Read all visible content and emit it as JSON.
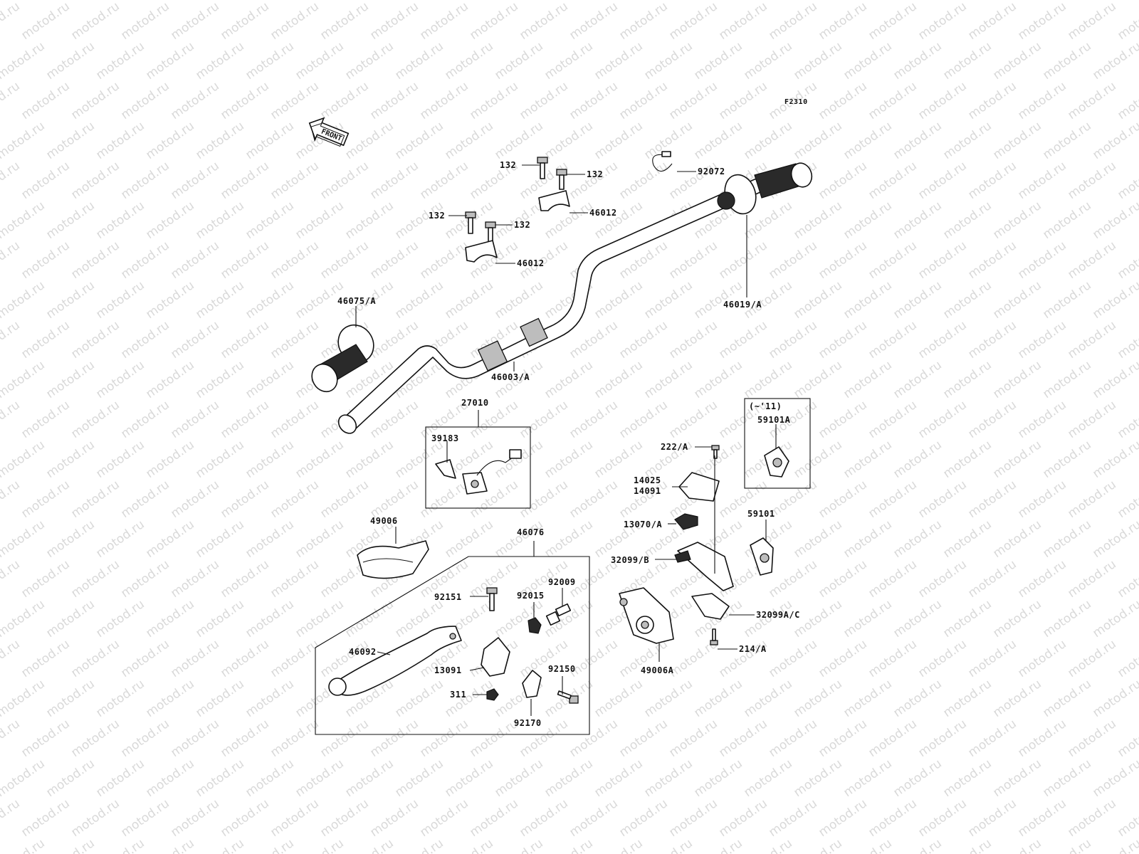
{
  "watermark": "motod.ru",
  "figure_code": "F2310",
  "front_arrow_label": "FRONT",
  "box_note": "(~'11)",
  "labels": {
    "l132a": "132",
    "l132b": "132",
    "l132c": "132",
    "l132d": "132",
    "l92072": "92072",
    "l46012a": "46012",
    "l46012b": "46012",
    "l46075A": "46075/A",
    "l46019A": "46019/A",
    "l46003A": "46003/A",
    "l27010": "27010",
    "l39183": "39183",
    "l59101A": "59101A",
    "l222A": "222/A",
    "l14025": "14025",
    "l14091": "14091",
    "l13070A": "13070/A",
    "l59101": "59101",
    "l32099B": "32099/B",
    "l49006": "49006",
    "l46076": "46076",
    "l92151": "92151",
    "l92015": "92015",
    "l92009": "92009",
    "l32099AC": "32099A/C",
    "l46092": "46092",
    "l13091": "13091",
    "l92150": "92150",
    "l311": "311",
    "l92170": "92170",
    "l214A": "214/A",
    "l49006A": "49006A"
  }
}
